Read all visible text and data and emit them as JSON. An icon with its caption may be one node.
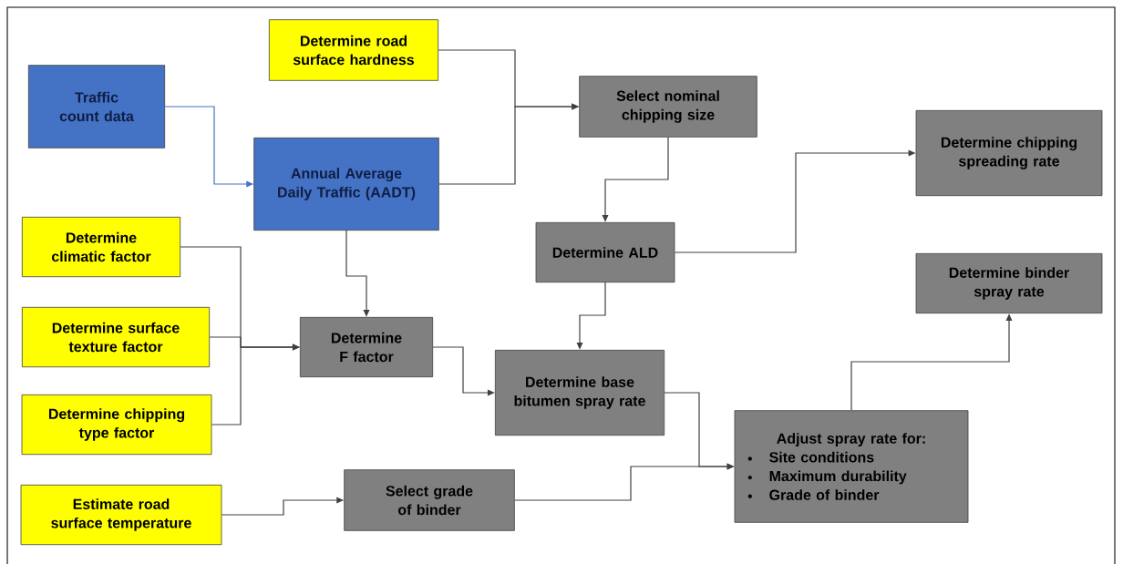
{
  "diagram": {
    "nodes": [
      {
        "text": [
          "Determine road surface hardness"
        ]
      },
      {
        "text": [
          "Traffic count data"
        ]
      },
      {
        "text": [
          "Annual Average Daily Traffic (AADT)"
        ]
      },
      {
        "text": [
          "Select nominal chipping size"
        ]
      },
      {
        "text": [
          "Determine chipping spreading rate"
        ]
      },
      {
        "text": [
          "Determine climatic factor"
        ]
      },
      {
        "text": [
          "Determine ALD"
        ]
      },
      {
        "text": [
          "Determine binder spray rate"
        ]
      },
      {
        "text": [
          "Determine surface texture factor"
        ]
      },
      {
        "text": [
          "Determine F factor"
        ]
      },
      {
        "text": [
          "Determine base bitumen spray rate"
        ]
      },
      {
        "text": [
          "Determine chipping type factor"
        ]
      },
      {
        "text": [
          "Adjust spray rate for:",
          "Site conditions",
          "Maximum durability",
          "Grade of binder"
        ]
      },
      {
        "text": [
          "Estimate road surface temperature"
        ]
      },
      {
        "text": [
          "Select grade of binder"
        ]
      }
    ],
    "edges": [
      {
        "from": 1,
        "to": 2,
        "arrow": "to",
        "color": "#4472c4"
      },
      {
        "from": 0,
        "to": 3,
        "arrow": "to"
      },
      {
        "from": 2,
        "to": 3,
        "arrow": "to"
      },
      {
        "from": 3,
        "to": 6,
        "arrow": "to"
      },
      {
        "from": 6,
        "to": 4,
        "arrow": "to"
      },
      {
        "from": 6,
        "to": 10,
        "arrow": "to"
      },
      {
        "from": 2,
        "to": 9,
        "arrow": "to"
      },
      {
        "from": 5,
        "to": 9,
        "arrow": "to"
      },
      {
        "from": 8,
        "to": 9,
        "arrow": "to"
      },
      {
        "from": 11,
        "to": 9,
        "arrow": "to"
      },
      {
        "from": 9,
        "to": 10,
        "arrow": "to"
      },
      {
        "from": 10,
        "to": 12,
        "arrow": "to"
      },
      {
        "from": 14,
        "to": 12,
        "arrow": "to"
      },
      {
        "from": 12,
        "to": 7,
        "arrow": "to"
      },
      {
        "from": 13,
        "to": 14,
        "arrow": "to"
      }
    ]
  }
}
